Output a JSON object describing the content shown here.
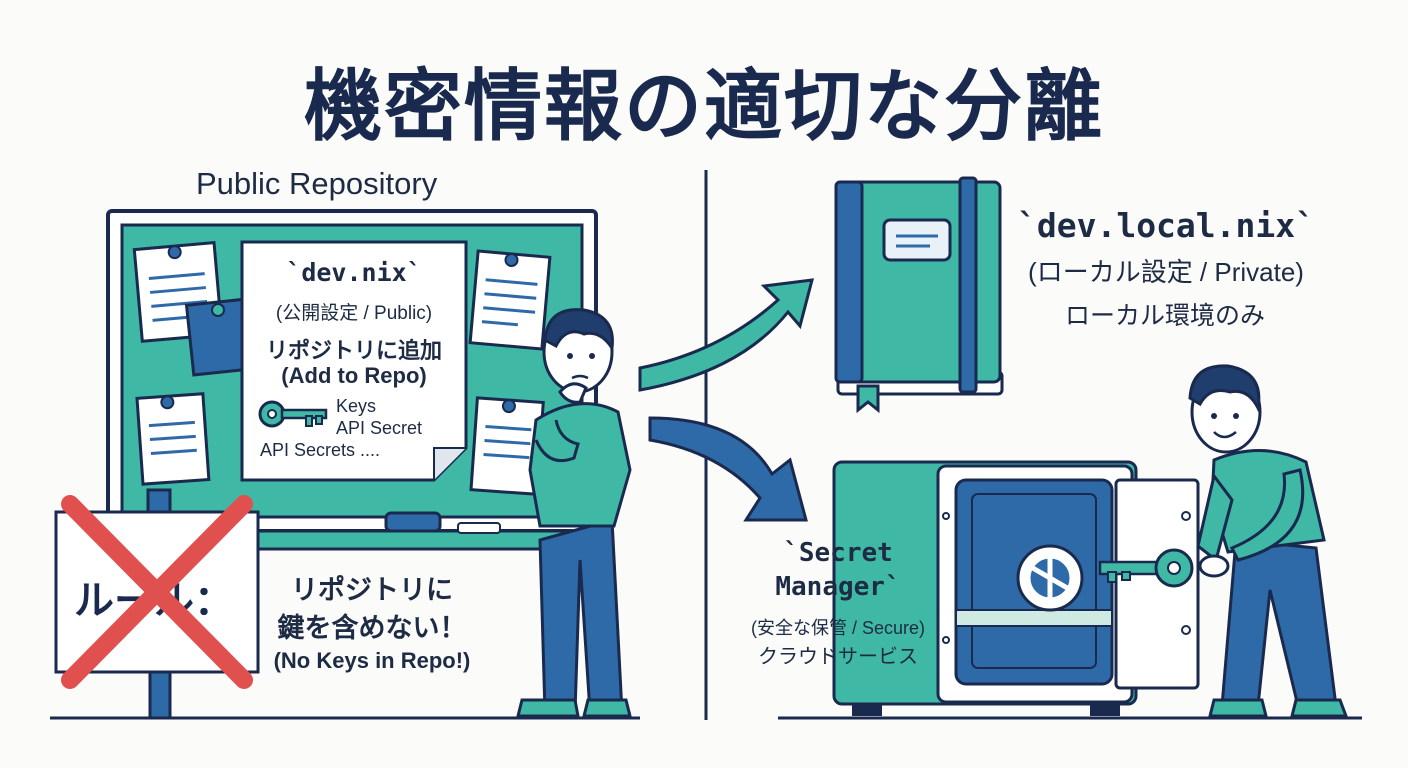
{
  "title": "機密情報の適切な分離",
  "left": {
    "heading": "Public Repository",
    "note": {
      "file": "`dev.nix`",
      "subtitle": "(公開設定 / Public)",
      "action_jp": "リポジトリに追加",
      "action_en": "(Add to Repo)",
      "items": [
        "Keys",
        "API Secret",
        "API  Secrets ...."
      ]
    },
    "sign": "ルール：",
    "rule_jp_1": "リポジトリに",
    "rule_jp_2": "鍵を含めない！",
    "rule_en": "(No Keys in Repo!)"
  },
  "right": {
    "local": {
      "file": "`dev.local.nix`",
      "subtitle": "(ローカル設定 / Private)",
      "desc": "ローカル環境のみ"
    },
    "secret": {
      "line1": "`Secret",
      "line2": "Manager`",
      "subtitle": "(安全な保管 / Secure)",
      "desc": "クラウドサービス"
    }
  },
  "colors": {
    "navy": "#1a2a4f",
    "teal": "#3fb8a6",
    "blue": "#2f6aa8",
    "red": "#e0504e",
    "paper": "#f7f8fa"
  }
}
